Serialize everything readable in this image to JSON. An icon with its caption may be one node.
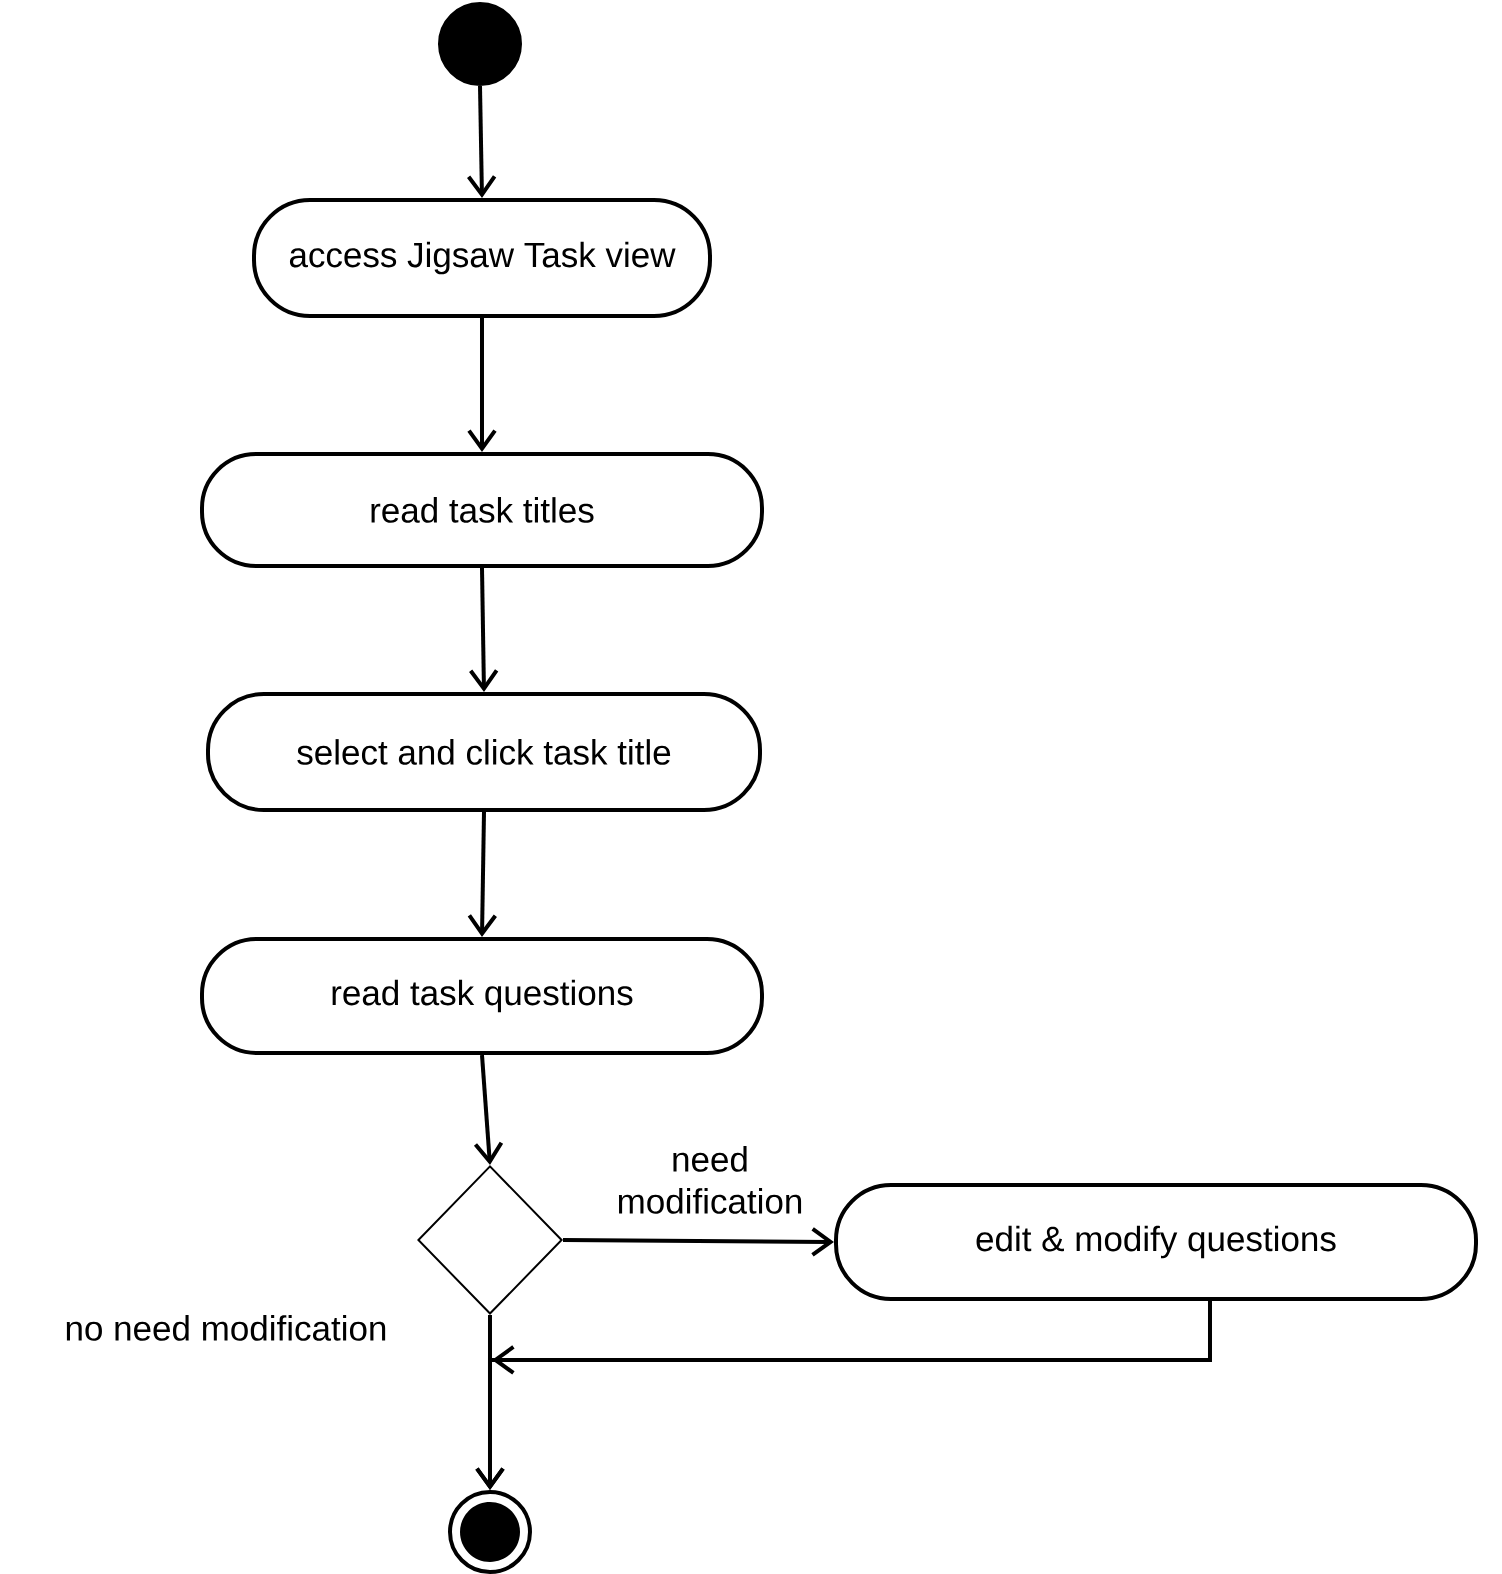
{
  "diagram": {
    "nodes": [
      {
        "text": [],
        "shape": "circle"
      },
      {
        "text": [
          "access Jigsaw Task  view"
        ]
      },
      {
        "text": [
          "read task titles"
        ]
      },
      {
        "text": [
          "select and click task title"
        ]
      },
      {
        "text": [
          "read task questions"
        ]
      },
      {
        "text": [],
        "shape": "diamond"
      },
      {
        "text": [
          "edit & modify questions"
        ]
      },
      {
        "text": [],
        "shape": "circle"
      }
    ],
    "edges": [
      {
        "from": 0,
        "to": 1,
        "arrow": "to"
      },
      {
        "from": 1,
        "to": 2,
        "arrow": "to"
      },
      {
        "from": 2,
        "to": 3,
        "arrow": "to"
      },
      {
        "from": 3,
        "to": 4,
        "arrow": "to"
      },
      {
        "from": 4,
        "to": 5,
        "arrow": "to"
      },
      {
        "from": 5,
        "to": 6,
        "arrow": "to",
        "label": "need modification"
      },
      {
        "from": 5,
        "to": 7,
        "arrow": "to",
        "label": "no need modification"
      },
      {
        "from": 6,
        "to": 7,
        "arrow": "to"
      }
    ]
  }
}
